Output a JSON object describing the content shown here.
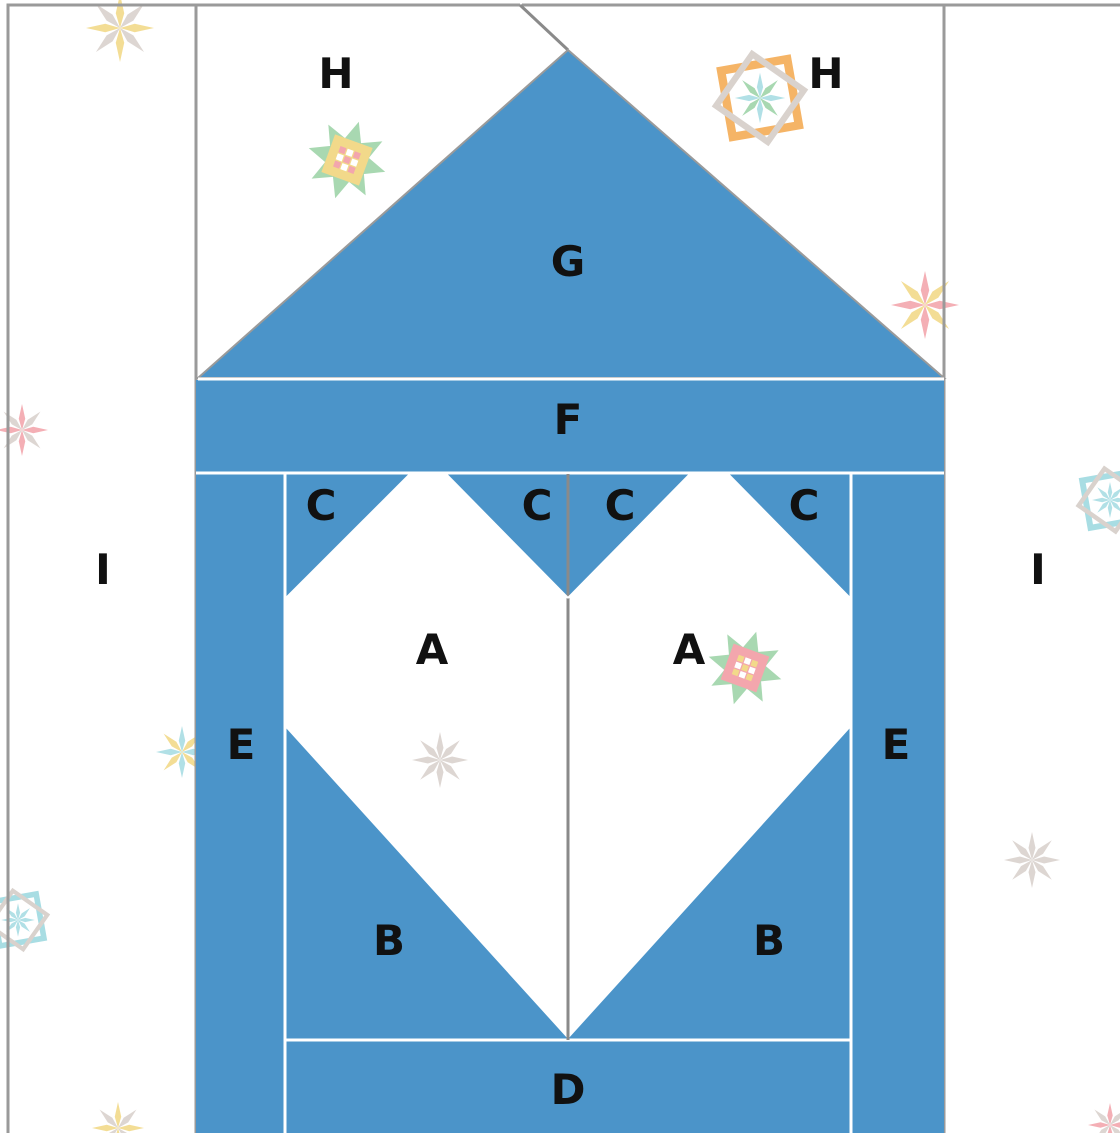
{
  "colors": {
    "blue": "#4b94c9",
    "background": "#ffffff",
    "outline": "#9a9a9a",
    "seam": "#ffffff",
    "divider": "#8a8a8a",
    "label": "#111111",
    "motif_yellow": "#f2d98a",
    "motif_pink": "#f3a6ad",
    "motif_green": "#9fd4a8",
    "motif_grey": "#d9d2cd",
    "motif_teal": "#a8dde3",
    "motif_orange": "#f5b466"
  },
  "labels": {
    "h_left": "H",
    "h_right": "H",
    "g": "G",
    "f": "F",
    "c1": "C",
    "c2": "C",
    "c3": "C",
    "c4": "C",
    "i_left": "I",
    "i_right": "I",
    "a_left": "A",
    "a_right": "A",
    "e_left": "E",
    "e_right": "E",
    "b_left": "B",
    "b_right": "B",
    "d": "D"
  },
  "motifs": [
    {
      "name": "star-motif",
      "colors": [
        "motif_yellow",
        "motif_grey"
      ]
    },
    {
      "name": "flower-motif",
      "colors": [
        "motif_yellow",
        "motif_green",
        "motif_pink"
      ]
    },
    {
      "name": "framed-star-motif",
      "colors": [
        "motif_orange",
        "motif_grey",
        "motif_teal",
        "motif_green"
      ]
    },
    {
      "name": "star-motif",
      "colors": [
        "motif_pink",
        "motif_yellow"
      ]
    },
    {
      "name": "star-motif",
      "colors": [
        "motif_pink",
        "motif_grey"
      ]
    },
    {
      "name": "framed-star-motif",
      "colors": [
        "motif_teal",
        "motif_grey"
      ]
    },
    {
      "name": "flower-motif",
      "colors": [
        "motif_pink",
        "motif_green",
        "motif_yellow"
      ]
    },
    {
      "name": "star-motif",
      "colors": [
        "motif_grey"
      ]
    },
    {
      "name": "star-motif",
      "colors": [
        "motif_teal",
        "motif_yellow"
      ]
    },
    {
      "name": "framed-star-motif",
      "colors": [
        "motif_teal",
        "motif_grey"
      ]
    },
    {
      "name": "star-motif",
      "colors": [
        "motif_grey"
      ]
    },
    {
      "name": "star-motif",
      "colors": [
        "motif_yellow",
        "motif_grey"
      ]
    },
    {
      "name": "star-motif",
      "colors": [
        "motif_pink",
        "motif_grey"
      ]
    }
  ]
}
